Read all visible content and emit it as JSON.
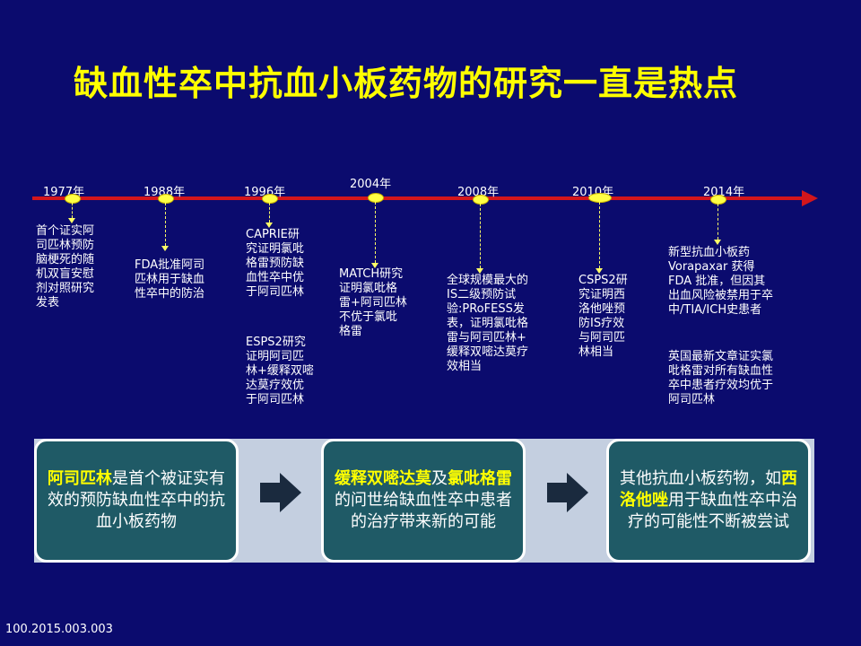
{
  "title": "缺血性卒中抗血小板药物的研究一直是热点",
  "timeline": {
    "years": [
      "1977年",
      "1988年",
      "1996年",
      "2004年",
      "2008年",
      "2010年",
      "2014年"
    ],
    "events": [
      "首个证实阿\n司匹林预防\n脑梗死的随\n机双盲安慰\n剂对照研究\n发表",
      "FDA批准阿司\n匹林用于缺血\n性卒中的防治",
      "CAPRIE研\n究证明氯吡\n格雷预防缺\n血性卒中优\n于阿司匹林",
      "ESPS2研究\n证明阿司匹\n林+缓释双嘧\n达莫疗效优\n于阿司匹林",
      "MATCH研究\n证明氯吡格\n雷+阿司匹林\n不优于氯吡\n格雷",
      "全球规模最大的\nIS二级预防试\n验:PRoFESS发\n表，证明氯吡格\n雷与阿司匹林+\n缓释双嘧达莫疗\n效相当",
      "CSPS2研\n究证明西\n洛他唑预\n防IS疗效\n与阿司匹\n林相当",
      "新型抗血小板药\nVorapaxar 获得\nFDA 批准，但因其\n出血风险被禁用于卒\n中/TIA/ICH史患者",
      "英国最新文章证实氯\n吡格雷对所有缺血性\n卒中患者疗效均优于\n阿司匹林"
    ]
  },
  "summary": {
    "box1": {
      "hl": "阿司匹林",
      "text": "是首个被证实有效的预防缺血性卒中的抗血小板药物"
    },
    "box2": {
      "hl1": "缓释双嘧达莫",
      "mid": "及",
      "hl2": "氯吡格雷",
      "text": "的问世给缺血性卒中患者的治疗带来新的可能"
    },
    "box3": {
      "pre": "其他抗血小板药物，如",
      "hl": "西洛他唑",
      "text": "用于缺血性卒中治疗的可能性不断被尝试"
    }
  },
  "footer": "100.2015.003.003",
  "colors": {
    "background": "#0b0b6e",
    "title": "#ffff00",
    "axis": "#d3161c",
    "box": "#1f5a66",
    "highlight": "#ffff00"
  }
}
